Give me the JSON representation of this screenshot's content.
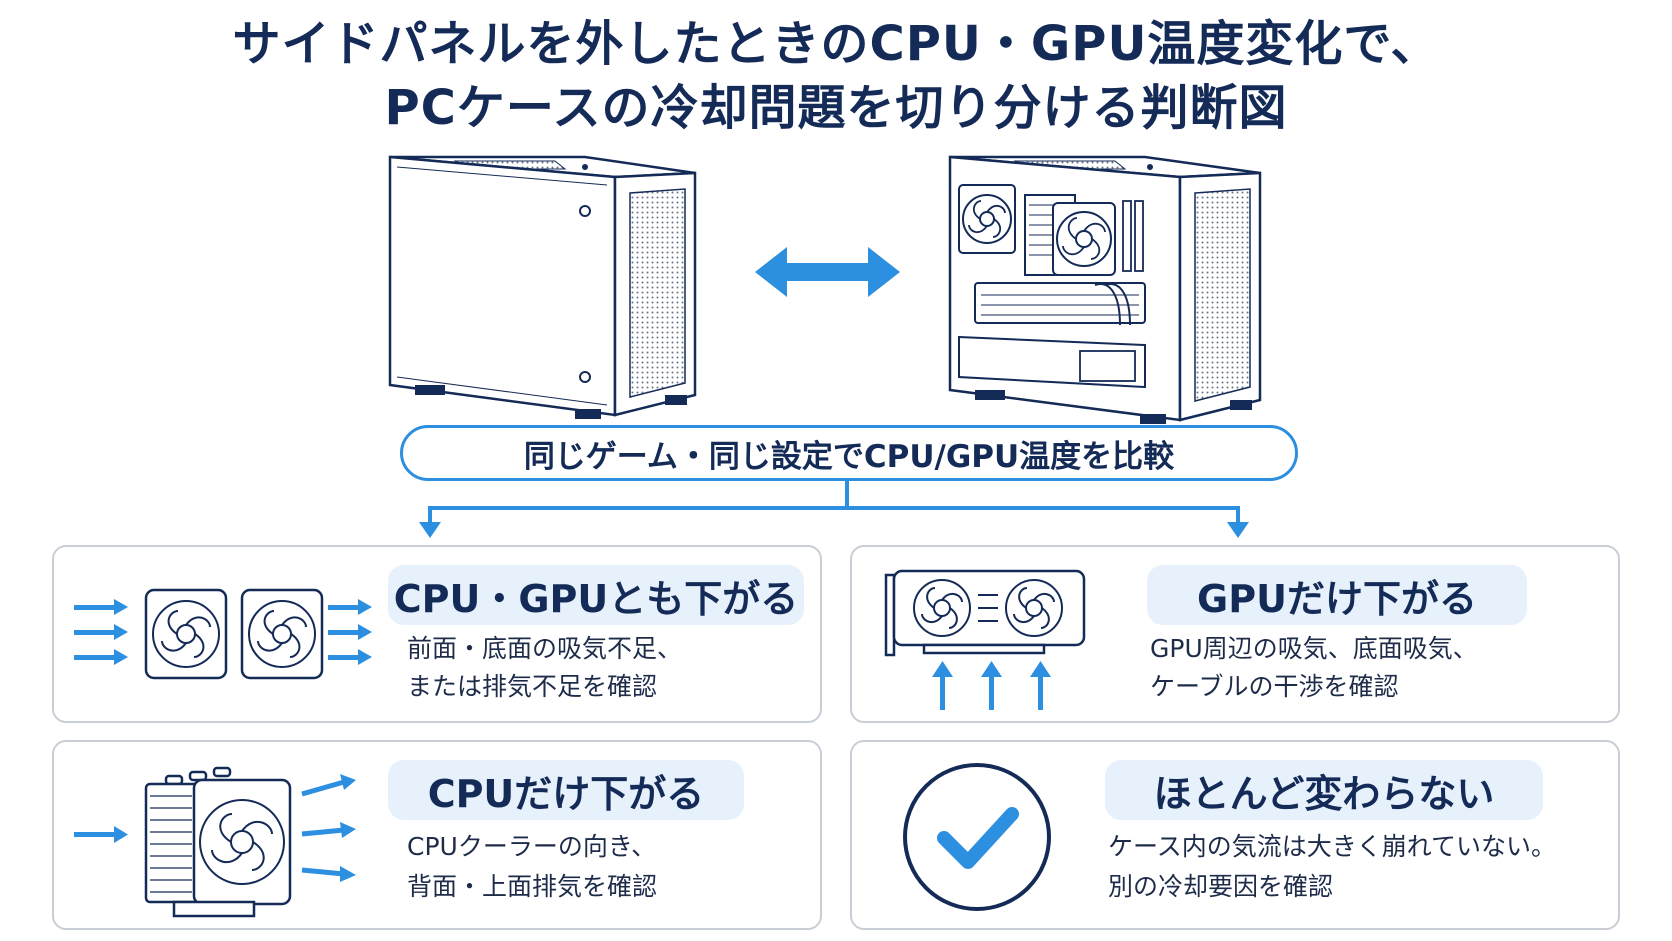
{
  "title": {
    "line1": "サイドパネルを外したときのCPU・GPU温度変化で、",
    "line2": "PCケースの冷却問題を切り分ける判断図"
  },
  "compare_label": "同じゲーム・同じ設定でCPU/GPU温度を比較",
  "cards": {
    "both": {
      "heading": "CPU・GPUとも下がる",
      "line1": "前面・底面の吸気不足、",
      "line2": "または排気不足を確認"
    },
    "gpu": {
      "heading": "GPUだけ下がる",
      "line1": "GPU周辺の吸気、底面吸気、",
      "line2": "ケーブルの干渉を確認"
    },
    "cpu": {
      "heading": "CPUだけ下がる",
      "line1": "CPUクーラーの向き、",
      "line2": "背面・上面排気を確認"
    },
    "none": {
      "heading": "ほとんど変わらない",
      "line1": "ケース内の気流は大きく崩れていない。",
      "line2": "別の冷却要因を確認"
    }
  },
  "icons": {
    "closed_case": "pc-case-closed-icon",
    "open_case": "pc-case-open-icon",
    "compare_arrow": "double-arrow-icon",
    "case_fans": "dual-case-fan-icon",
    "gpu": "graphics-card-icon",
    "cpu_cooler": "cpu-tower-cooler-icon",
    "check": "check-circle-icon"
  },
  "colors": {
    "navy": "#142a57",
    "accent_blue": "#2d8fe0",
    "pill_bg": "#e6f1fb",
    "card_border": "#c9ced6"
  }
}
